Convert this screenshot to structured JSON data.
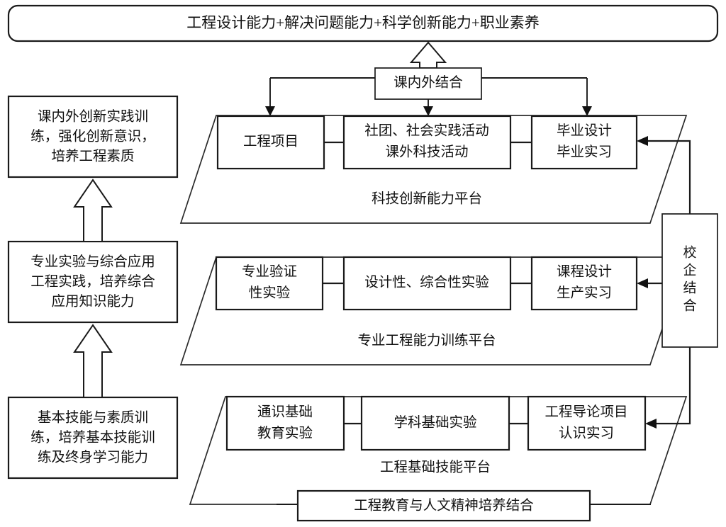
{
  "diagram": {
    "title_banner": "工程设计能力+解决问题能力+科学创新能力+职业素养",
    "combine_node": "课内外结合",
    "school_enterprise_node": "校企结合",
    "humanities_node": "工程教育与人文精神培养结合",
    "goals": [
      {
        "id": "goal-innovation",
        "text": "课内外创新实践训练，强化创新意识，培养工程素质",
        "lines": [
          "课内外创新实践训",
          "练，强化创新意识，",
          "培养工程素质"
        ]
      },
      {
        "id": "goal-professional",
        "text": "专业实验与综合应用工程实践，培养综合应用知识能力",
        "lines": [
          "专业实验与综合应用",
          "工程实践，培养综合",
          "应用知识能力"
        ]
      },
      {
        "id": "goal-basic",
        "text": "基本技能与素质训练，培养基本技能训练及终身学习能力",
        "lines": [
          "基本技能与素质训",
          "练，培养基本技能训",
          "练及终身学习能力"
        ]
      }
    ],
    "platforms": [
      {
        "id": "platform-innovation",
        "label": "科技创新能力平台",
        "nodes": [
          {
            "id": "node-engineering-project",
            "lines": [
              "工程项目"
            ]
          },
          {
            "id": "node-club-social-practice",
            "lines": [
              "社团、社会实践活动",
              "课外科技活动"
            ]
          },
          {
            "id": "node-graduation-design",
            "lines": [
              "毕业设计",
              "毕业实习"
            ]
          }
        ]
      },
      {
        "id": "platform-professional",
        "label": "专业工程能力训练平台",
        "nodes": [
          {
            "id": "node-verification-experiment",
            "lines": [
              "专业验证",
              "性实验"
            ]
          },
          {
            "id": "node-design-comprehensive-experiment",
            "lines": [
              "设计性、综合性实验"
            ]
          },
          {
            "id": "node-course-design-production",
            "lines": [
              "课程设计",
              "生产实习"
            ]
          }
        ]
      },
      {
        "id": "platform-basic",
        "label": "工程基础技能平台",
        "nodes": [
          {
            "id": "node-general-education-experiment",
            "lines": [
              "通识基础",
              "教育实验"
            ]
          },
          {
            "id": "node-discipline-basic-experiment",
            "lines": [
              "学科基础实验"
            ]
          },
          {
            "id": "node-engineering-intro-cognition",
            "lines": [
              "工程导论项目",
              "认识实习"
            ]
          }
        ]
      }
    ],
    "colors": {
      "stroke": "#1a1a1a",
      "text": "#111111",
      "background": "#ffffff"
    }
  }
}
